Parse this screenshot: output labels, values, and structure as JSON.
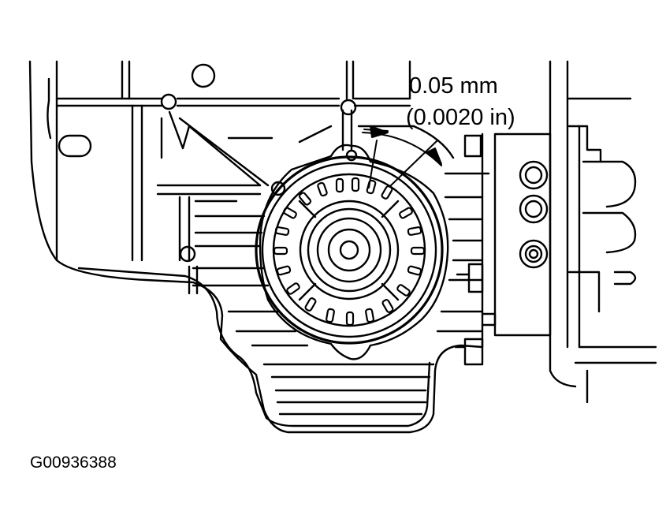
{
  "callout": {
    "metric": "0.05 mm",
    "imperial": "(0.0020 in)"
  },
  "figure_id": "G00936388",
  "colors": {
    "line": "#000000",
    "background": "#ffffff"
  }
}
